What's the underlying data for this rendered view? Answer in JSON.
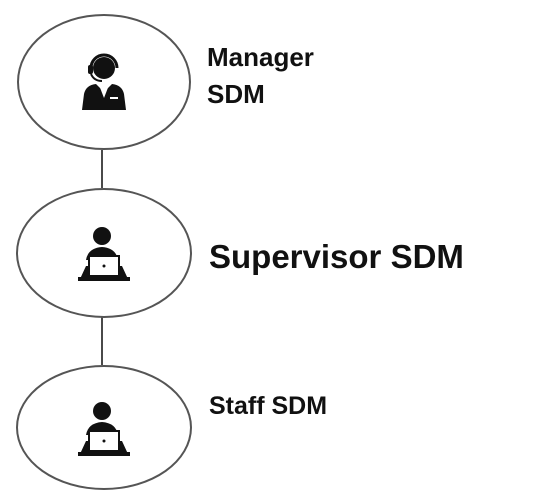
{
  "diagram": {
    "nodes": [
      {
        "id": "manager",
        "label_line1": "Manager",
        "label_line2": "SDM",
        "icon": "manager-person-icon"
      },
      {
        "id": "supervisor",
        "label": "Supervisor SDM",
        "icon": "supervisor-laptop-icon"
      },
      {
        "id": "staff",
        "label": "Staff SDM",
        "icon": "staff-laptop-icon"
      }
    ],
    "colors": {
      "line": "#4a4a4a",
      "circle_border": "#555555",
      "icon": "#111111",
      "text": "#111111"
    }
  }
}
